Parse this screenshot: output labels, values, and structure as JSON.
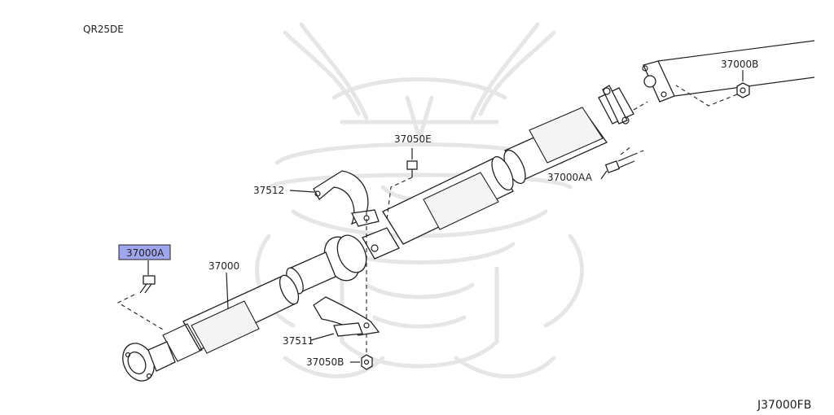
{
  "engine_label": "QR25DE",
  "diagram_code": "J37000FB",
  "highlight_color": "#a0a6ee",
  "callouts": {
    "p37000B": "37000B",
    "p37050E": "37050E",
    "p37000AA": "37000AA",
    "p37512": "37512",
    "p37000A": "37000A",
    "p37000": "37000",
    "p37511": "37511",
    "p37050B": "37050B"
  }
}
